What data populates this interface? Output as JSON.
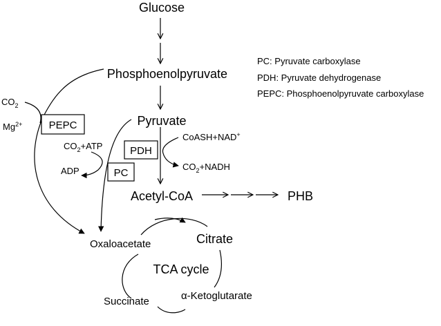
{
  "nodes": {
    "glucose": "Glucose",
    "pep": "Phosphoenolpyruvate",
    "pyruvate": "Pyruvate",
    "acetyl_coa": "Acetyl-CoA",
    "phb": "PHB",
    "oxaloacetate": "Oxaloacetate",
    "citrate": "Citrate",
    "succinate": "Succinate",
    "ketoglutarate": "α-Ketoglutarate",
    "tca": "TCA cycle"
  },
  "enzymes": {
    "pepc": "PEPC",
    "pdh": "PDH",
    "pc": "PC"
  },
  "cofactors": {
    "co2": "CO",
    "co2_sub": "2",
    "mg": "Mg",
    "mg_sup": "2+",
    "co2_atp_pre": "CO",
    "co2_atp_sub": "2",
    "co2_atp_post": "+ATP",
    "adp": "ADP",
    "coash_nad": "CoASH+NAD",
    "nad_sup": "+",
    "co2_nadh_pre": "CO",
    "co2_nadh_sub": "2",
    "co2_nadh_post": "+NADH"
  },
  "legend": [
    "PC: Pyruvate carboxylase",
    "PDH: Pyruvate dehydrogenase",
    "PEPC: Phosphoenolpyruvate carboxylase"
  ]
}
